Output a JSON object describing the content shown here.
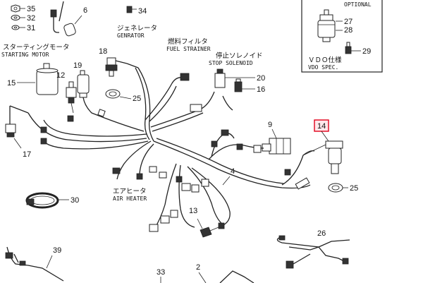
{
  "callouts": {
    "n35": "35",
    "n32": "32",
    "n31": "31",
    "n6": "6",
    "n34": "34",
    "n18": "18",
    "n19": "19",
    "n15": "15",
    "n12": "12",
    "n25a": "25",
    "n20": "20",
    "n16": "16",
    "n9": "9",
    "n14": "14",
    "n25b": "25",
    "n4": "4",
    "n17": "17",
    "n30": "30",
    "n13": "13",
    "n39": "39",
    "n33": "33",
    "n2": "2",
    "n26": "26",
    "n27": "27",
    "n28": "28",
    "n29": "29"
  },
  "labels": {
    "starting_motor_jp": "スターティングモータ",
    "starting_motor_en": "STARTING MOTOR",
    "generator_jp": "ジェネレータ",
    "generator_en": "GENRATOR",
    "fuel_strainer_jp": "燃料フィルタ",
    "fuel_strainer_en": "FUEL STRAINER",
    "stop_solenoid_jp": "停止ソレノイド",
    "stop_solenoid_en": "STOP SOLENOID",
    "air_heater_jp": "エアヒータ",
    "air_heater_en": "AIR HEATER",
    "optional_en": "OPTIONAL",
    "vdo_jp": "ＶＤＯ仕様",
    "vdo_en": "VDO SPEC."
  },
  "colors": {
    "line": "#222222",
    "highlight_box": "#e0001a",
    "background": "#ffffff"
  }
}
